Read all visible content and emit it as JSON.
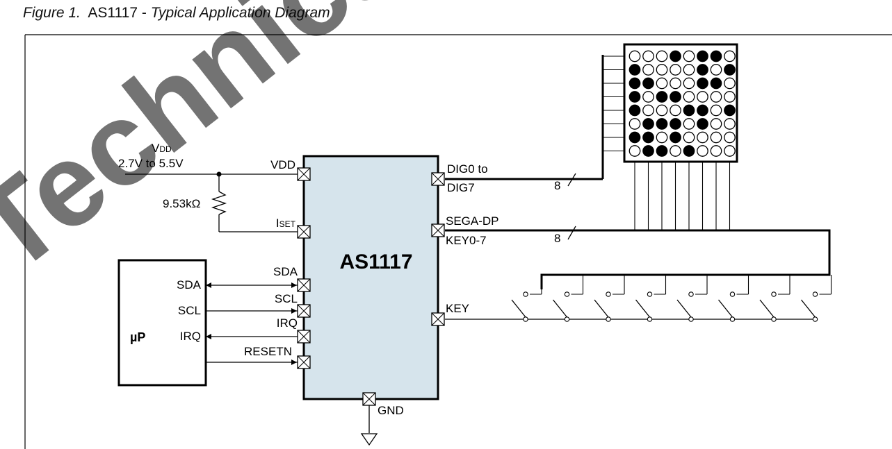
{
  "figure": {
    "label": "Figure 1.",
    "chip_name": "AS1117",
    "separator": " - ",
    "title": "Typical Application Diagram"
  },
  "watermark": "Technica",
  "supply": {
    "name_main": "V",
    "name_sub": "DD",
    "range": "2.7V to 5.5V",
    "resistor": "9.53kΩ"
  },
  "chip": {
    "name": "AS1117",
    "color": "#d6e4ec",
    "pins": {
      "vdd": "VDD",
      "iset_main": "I",
      "iset_sub": "SET",
      "sda": "SDA",
      "scl": "SCL",
      "irq": "IRQ",
      "resetn": "RESETN",
      "dig_line1": "DIG0 to",
      "dig_line2": "DIG7",
      "seg_line1": "SEGA-DP",
      "seg_line2": "KEY0-7",
      "key": "KEY",
      "gnd": "GND"
    }
  },
  "bus_widths": {
    "digit": "8",
    "segment": "8"
  },
  "micro": {
    "label": "µP",
    "pins": {
      "sda": "SDA",
      "scl": "SCL",
      "irq": "IRQ"
    }
  },
  "matrix": {
    "rows": 8,
    "cols": 8,
    "pattern": [
      "00010110",
      "10000101",
      "11000110",
      "10110000",
      "10001101",
      "01110100",
      "11010000",
      "01101000"
    ]
  },
  "keypad": {
    "switches": 8
  }
}
